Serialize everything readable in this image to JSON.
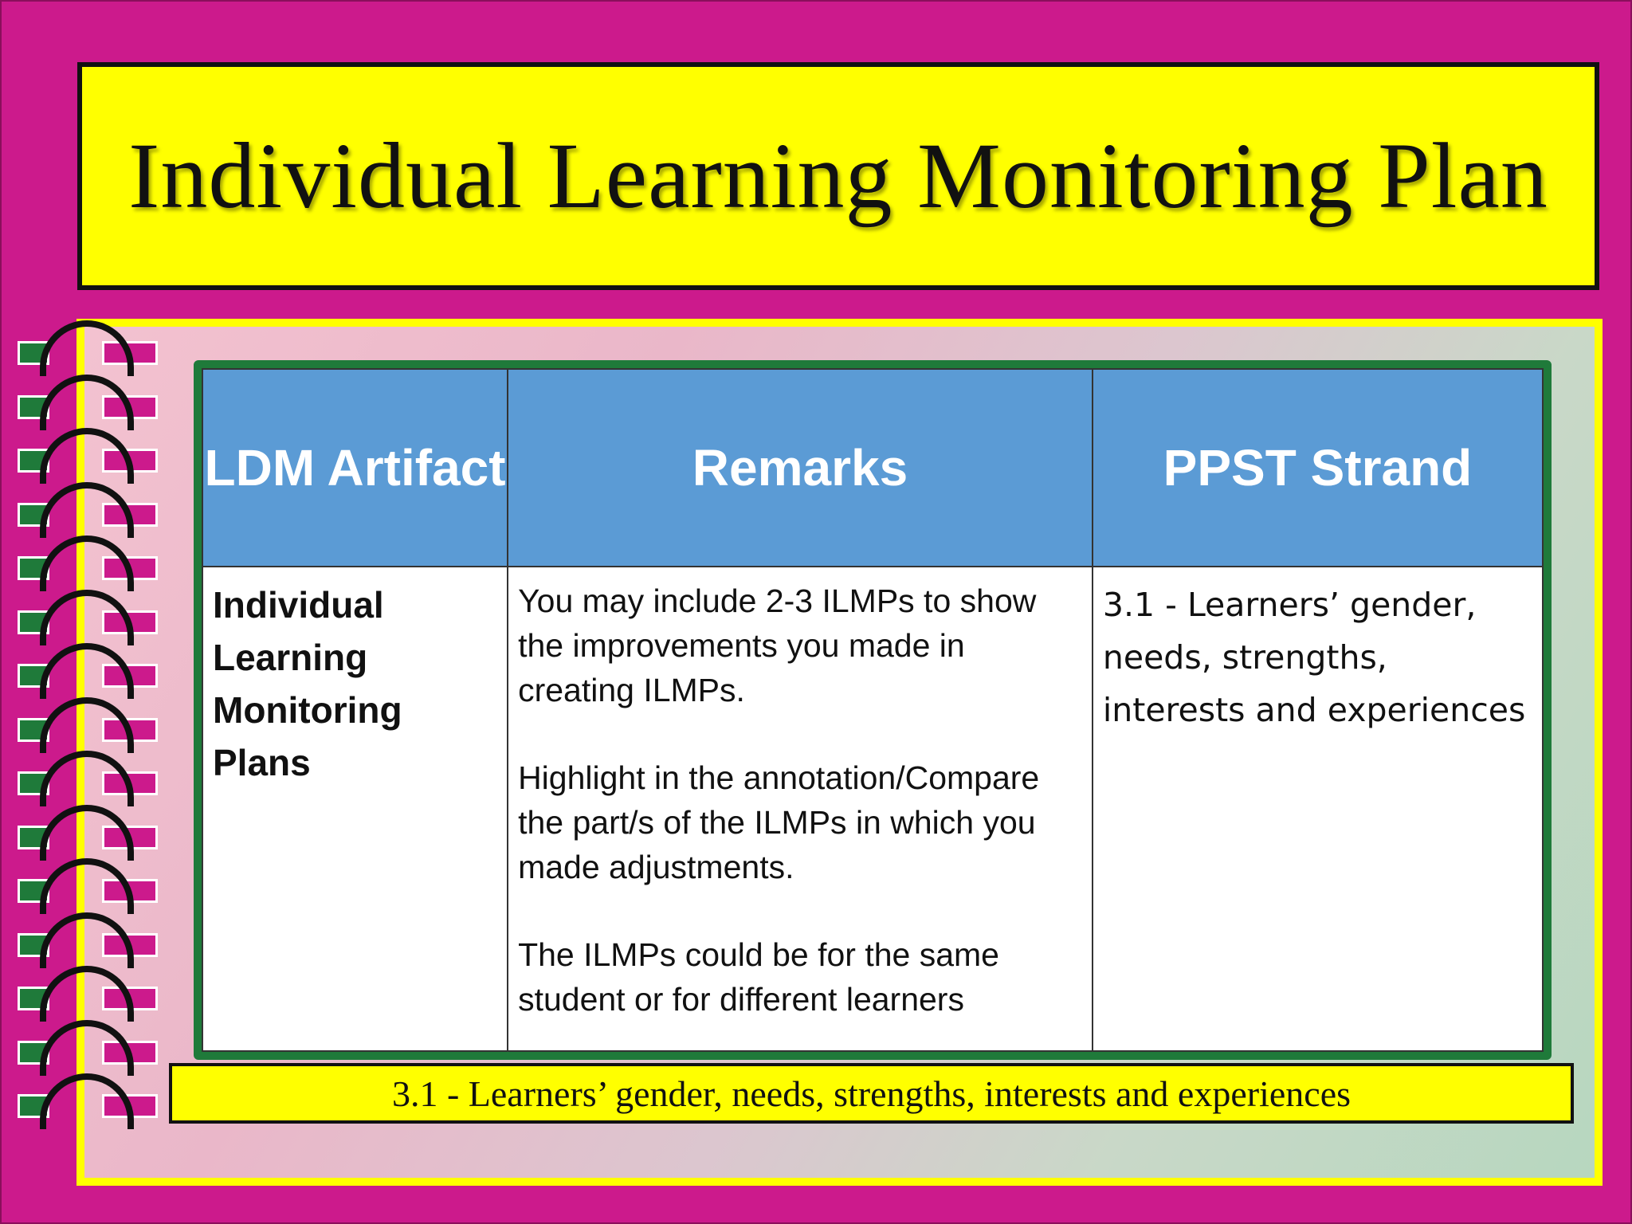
{
  "slide": {
    "title": "Individual Learning Monitoring Plan",
    "footer_text": "3.1 - Learners’ gender, needs, strengths, interests and experiences"
  },
  "table": {
    "headers": [
      "LDM Artifact",
      "Remarks",
      "PPST Strand"
    ],
    "row": {
      "artifact": "Individual Learning Monitoring Plans",
      "remarks": [
        "You may include 2-3 ILMPs to show the improvements you made in creating ILMPs.",
        "Highlight in the annotation/Compare the part/s of the ILMPs in which you made adjustments.",
        "The ILMPs could be for the same student or for different learners"
      ],
      "strand": "3.1 - Learners’ gender, needs, strengths, interests and experiences"
    }
  },
  "colors": {
    "background": "#cc1a8c",
    "title_fill": "#ffff00",
    "header_fill": "#5b9bd5",
    "table_border": "#1f7a3a"
  },
  "decor": {
    "binding_rings": 15,
    "ring_icon": "spiral-binding-ring-icon"
  }
}
